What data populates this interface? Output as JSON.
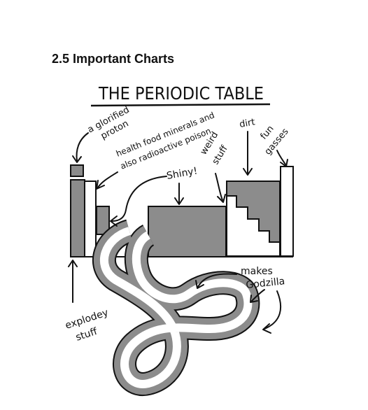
{
  "section_heading": "2.5 Important Charts",
  "diagram": {
    "title": "THE PERIODIC TABLE",
    "labels": {
      "proton": [
        "a glorified",
        "proton"
      ],
      "health_food": [
        "health food minerals and",
        "also radioactive poison"
      ],
      "shiny": "Shiny!",
      "weird_stuff": [
        "weird",
        "stuff"
      ],
      "dirt": "dirt",
      "fun_gasses": [
        "fun",
        "gasses"
      ],
      "makes_godzilla": [
        "makes",
        "Godzilla"
      ],
      "explodey_stuff": [
        "explodey",
        "stuff"
      ]
    },
    "colors": {
      "fill": "#8c8c8c",
      "stroke": "#111111",
      "background": "#ffffff"
    }
  }
}
